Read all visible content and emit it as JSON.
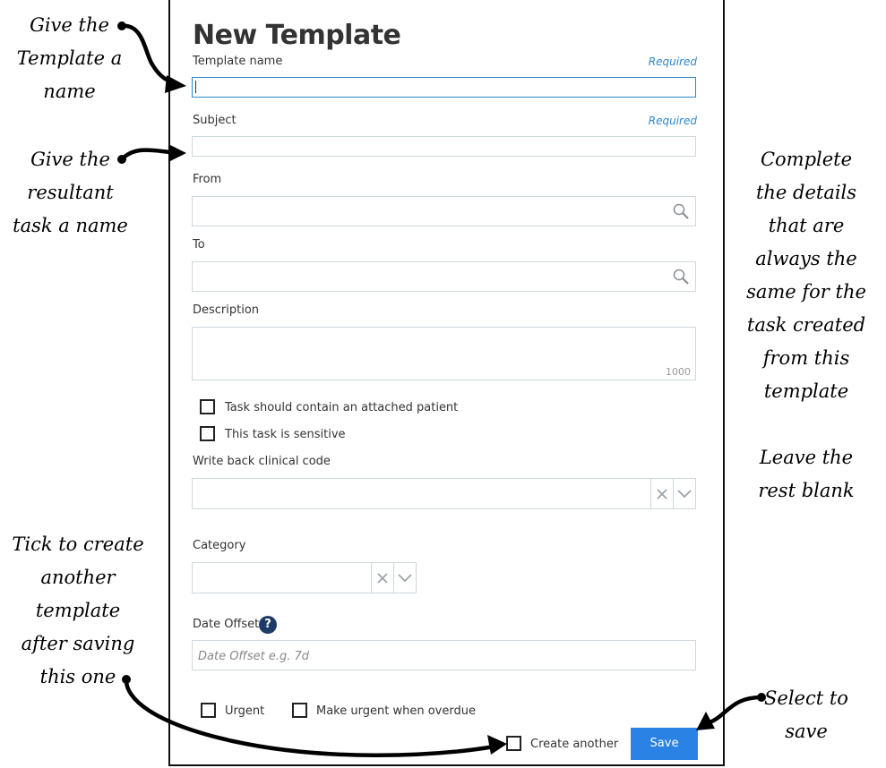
{
  "form": {
    "title": "New Template",
    "template_name": {
      "label": "Template name",
      "required": "Required",
      "value": ""
    },
    "subject": {
      "label": "Subject",
      "required": "Required",
      "value": ""
    },
    "from": {
      "label": "From",
      "value": ""
    },
    "to": {
      "label": "To",
      "value": ""
    },
    "description": {
      "label": "Description",
      "counter": "1000",
      "value": ""
    },
    "attached_patient": {
      "label": "Task should contain an attached patient",
      "checked": false
    },
    "sensitive": {
      "label": "This task is sensitive",
      "checked": false
    },
    "clinical_code": {
      "label": "Write back clinical code",
      "value": ""
    },
    "category": {
      "label": "Category",
      "value": ""
    },
    "date_offset": {
      "label": "Date Offset",
      "help": "?",
      "placeholder": "Date Offset e.g. 7d"
    },
    "urgent": {
      "label": "Urgent",
      "checked": false
    },
    "urgent_overdue": {
      "label": "Make urgent when overdue",
      "checked": false
    },
    "create_another": {
      "label": "Create another",
      "checked": false
    },
    "save_label": "Save"
  },
  "annotations": {
    "name_template": [
      "Give the",
      "Template a",
      "name"
    ],
    "name_task": [
      "Give the",
      "resultant",
      "task a name"
    ],
    "complete": [
      "Complete",
      "the details",
      "that are",
      "always the",
      "same for the",
      "task created",
      "from this",
      "template"
    ],
    "leave_blank": [
      "Leave the",
      "rest blank"
    ],
    "create_another": [
      "Tick to create",
      "another",
      "template",
      "after saving",
      "this one"
    ],
    "select_save": [
      "Select to",
      "save"
    ]
  },
  "icons": {
    "search": "magnifier-icon",
    "clear": "x-icon",
    "dropdown": "chevron-down-icon",
    "help": "question-icon"
  },
  "colors": {
    "accent": "#2a82e4",
    "required": "#2e86c9",
    "help_badge": "#1f3a68"
  }
}
